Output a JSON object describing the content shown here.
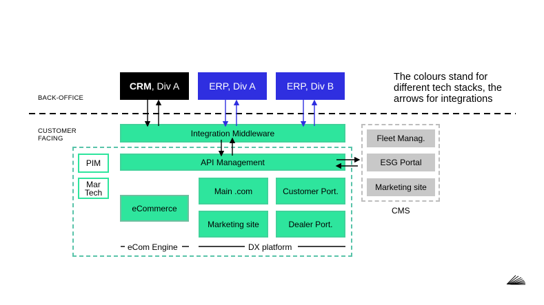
{
  "labels": {
    "back_office": "BACK-OFFICE",
    "customer_facing_1": "CUSTOMER",
    "customer_facing_2": "FACING",
    "note": [
      "The colours stand for",
      "different tech stacks, the",
      "arrows for integrations"
    ],
    "cms": "CMS",
    "ecom_engine": "eCom Engine",
    "dx_platform": "DX platform"
  },
  "back_office_systems": [
    {
      "bold": "CRM",
      "rest": ", Div A",
      "color": "#000000"
    },
    {
      "bold": "",
      "rest": "ERP, Div A",
      "color": "#2f2fe0"
    },
    {
      "bold": "",
      "rest": "ERP, Div B",
      "color": "#2f2fe0"
    }
  ],
  "integration": {
    "middleware": "Integration Middleware",
    "api": "API Management"
  },
  "side_tools": {
    "pim": "PIM",
    "martech_1": "Mar",
    "martech_2": "Tech"
  },
  "dx_items": {
    "ecommerce": "eCommerce",
    "main": "Main .com",
    "customer_portal": "Customer Port.",
    "marketing_site": "Marketing site",
    "dealer_portal": "Dealer Port."
  },
  "cms_items": [
    "Fleet Manag.",
    "ESG Portal",
    "Marketing site"
  ],
  "colors": {
    "green": "#2ee59d",
    "blue": "#2f2fe0",
    "black": "#000000",
    "grey": "#c8c8c8"
  }
}
